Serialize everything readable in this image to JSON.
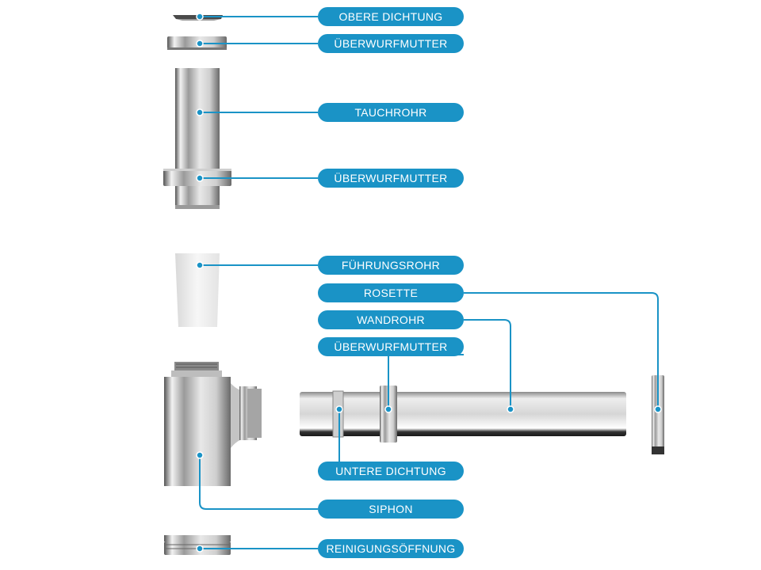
{
  "accent_color": "#1a93c6",
  "labels": {
    "obere_dichtung": "OBERE DICHTUNG",
    "ueberwurfmutter_1": "ÜBERWURFMUTTER",
    "tauchrohr": "TAUCHROHR",
    "ueberwurfmutter_2": "ÜBERWURFMUTTER",
    "fuehrungsrohr": "FÜHRUNGSROHR",
    "rosette": "ROSETTE",
    "wandrohr": "WANDROHR",
    "ueberwurfmutter_3": "ÜBERWURFMUTTER",
    "untere_dichtung": "UNTERE DICHTUNG",
    "siphon": "SIPHON",
    "reinigungsoeffnung": "REINIGUNGSÖFFNUNG"
  }
}
